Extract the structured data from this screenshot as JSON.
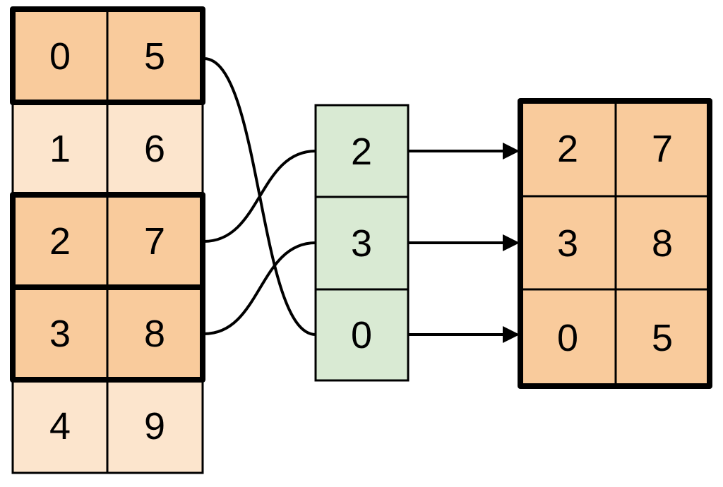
{
  "colors": {
    "highlight_fill": "#F9CB9C",
    "light_fill": "#FCE5CD",
    "index_fill": "#D9EAD3",
    "stroke": "#000000",
    "background": "#FFFFFF"
  },
  "source_table": {
    "rows": [
      {
        "cells": [
          "0",
          "5"
        ],
        "highlighted": true
      },
      {
        "cells": [
          "1",
          "6"
        ],
        "highlighted": false
      },
      {
        "cells": [
          "2",
          "7"
        ],
        "highlighted": true
      },
      {
        "cells": [
          "3",
          "8"
        ],
        "highlighted": true
      },
      {
        "cells": [
          "4",
          "9"
        ],
        "highlighted": false
      }
    ]
  },
  "index_column": {
    "cells": [
      "2",
      "3",
      "0"
    ]
  },
  "result_table": {
    "rows": [
      {
        "cells": [
          "2",
          "7"
        ]
      },
      {
        "cells": [
          "3",
          "8"
        ]
      },
      {
        "cells": [
          "0",
          "5"
        ]
      }
    ]
  },
  "connections": {
    "curves": [
      {
        "from_source_row": 0,
        "to_index_position": 2
      },
      {
        "from_source_row": 2,
        "to_index_position": 0
      },
      {
        "from_source_row": 3,
        "to_index_position": 1
      }
    ],
    "arrows": [
      {
        "from_index_position": 0,
        "to_result_row": 0
      },
      {
        "from_index_position": 1,
        "to_result_row": 1
      },
      {
        "from_index_position": 2,
        "to_result_row": 2
      }
    ]
  }
}
